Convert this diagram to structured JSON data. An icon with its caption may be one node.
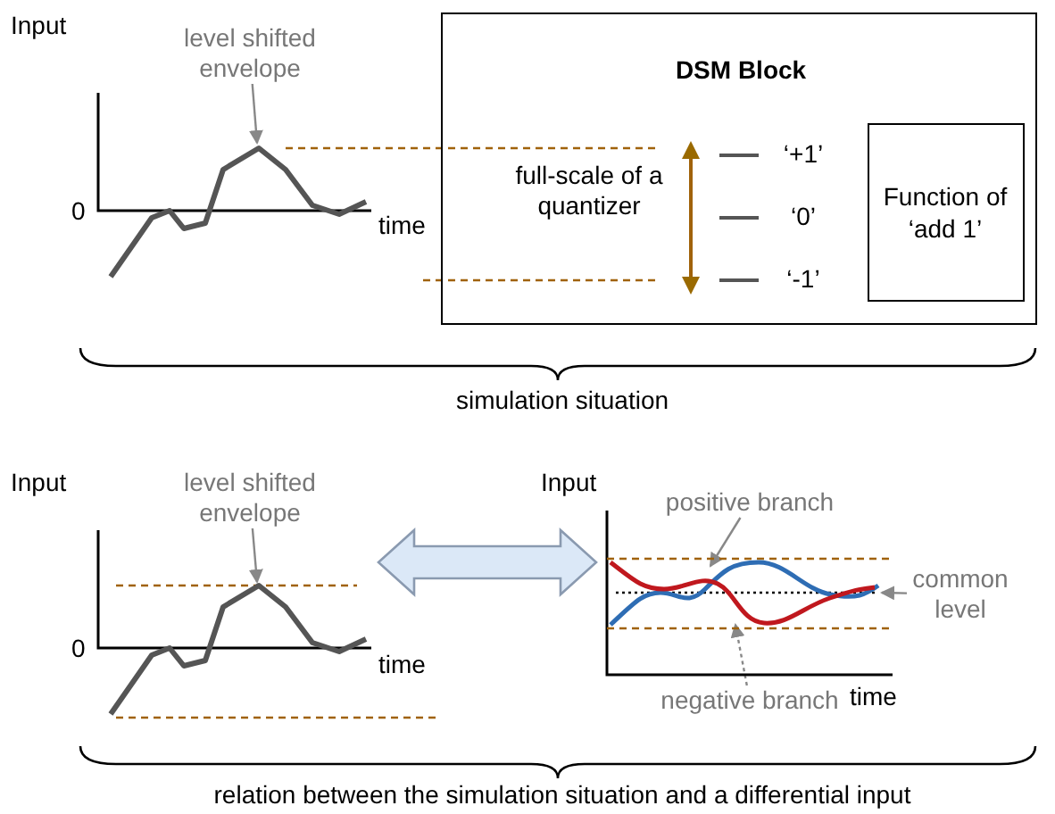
{
  "diagram": {
    "nodes": [
      {
        "text": [
          "level shifted envelope"
        ]
      },
      {
        "text": [],
        "shape": "picture",
        "beside": [
          "Input",
          "0",
          "time"
        ]
      },
      {
        "text": [
          "DSM Block"
        ]
      },
      {
        "text": [
          "Function of ‘add 1’"
        ],
        "in": 2
      },
      {
        "text": [
          "level shifted envelope"
        ]
      },
      {
        "text": [],
        "shape": "picture",
        "beside": [
          "Input",
          "0",
          "time"
        ]
      },
      {
        "text": [],
        "shape": "picture",
        "beside": [
          "Input",
          "time"
        ]
      },
      {
        "text": [
          "positive branch"
        ]
      },
      {
        "text": [
          "negative branch"
        ]
      },
      {
        "text": [
          "common level"
        ]
      }
    ],
    "edges": [
      {
        "from": 0,
        "to": 1,
        "arrow": "to"
      },
      {
        "from": 4,
        "to": 5,
        "arrow": "to"
      },
      {
        "from": 5,
        "to": 6,
        "arrow": "both"
      },
      {
        "from": 7,
        "to": 6,
        "arrow": "to"
      },
      {
        "from": 8,
        "to": 6,
        "arrow": "to",
        "style": "dashed"
      },
      {
        "from": 9,
        "to": 6,
        "arrow": "to"
      }
    ],
    "labels": [
      "full-scale of a quantizer",
      "‘+1’",
      "‘0’",
      "‘-1’",
      "simulation situation",
      "relation between the simulation situation and a differential input"
    ]
  }
}
